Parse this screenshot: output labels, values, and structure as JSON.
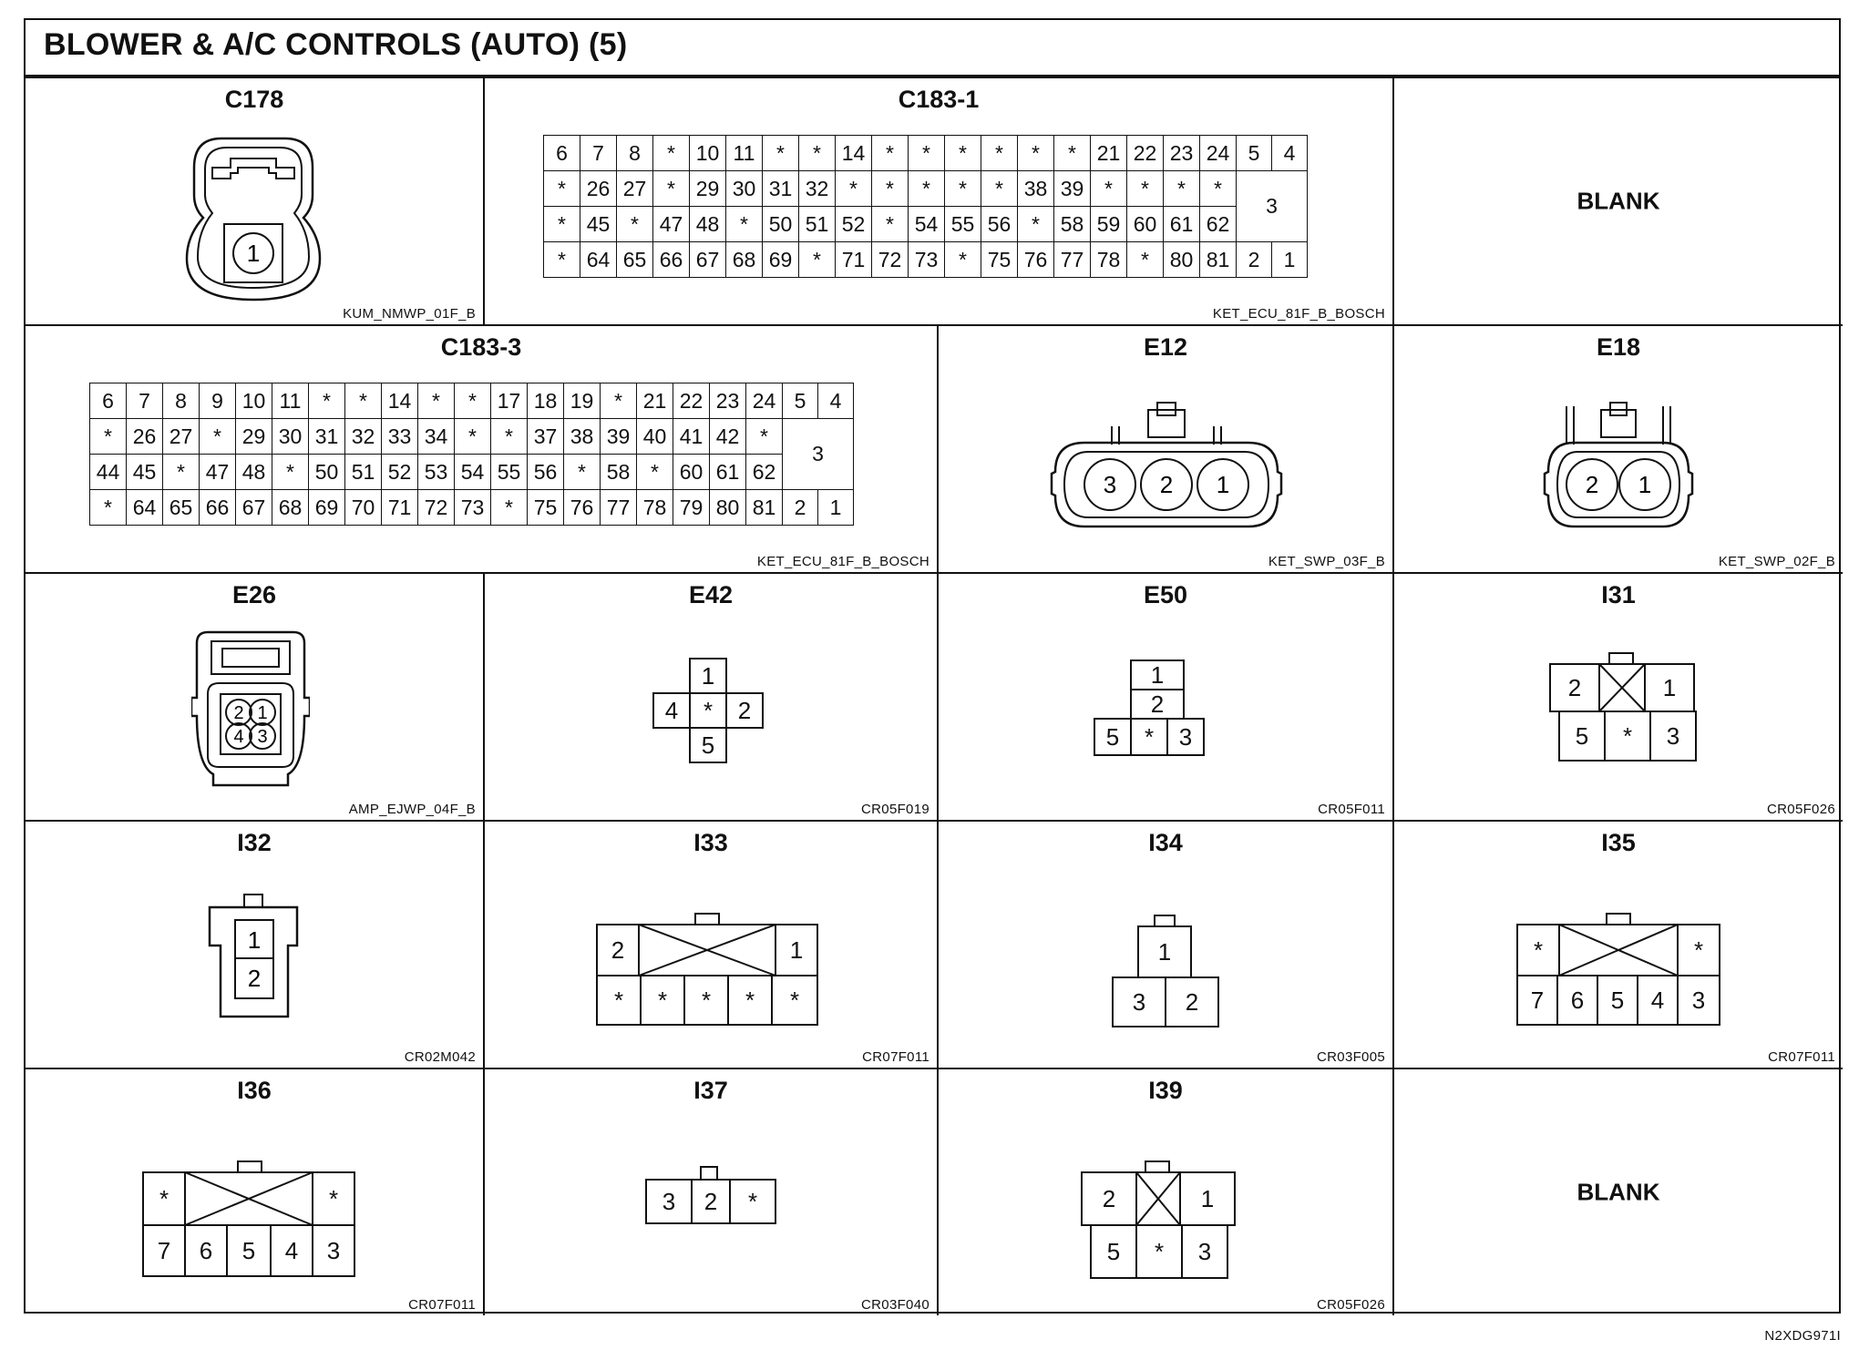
{
  "title": "BLOWER & A/C CONTROLS (AUTO) (5)",
  "footer_code": "N2XDG971I",
  "blank_label": "BLANK",
  "cells": {
    "c178": {
      "name": "C178",
      "code": "KUM_NMWP_01F_B",
      "pins": [
        "1"
      ]
    },
    "c183_1": {
      "name": "C183-1",
      "code": "KET_ECU_81F_B_BOSCH"
    },
    "blank_top": {
      "label": "BLANK"
    },
    "c183_3": {
      "name": "C183-3",
      "code": "KET_ECU_81F_B_BOSCH"
    },
    "e12": {
      "name": "E12",
      "code": "KET_SWP_03F_B",
      "pins": [
        "3",
        "2",
        "1"
      ]
    },
    "e18": {
      "name": "E18",
      "code": "KET_SWP_02F_B",
      "pins": [
        "2",
        "1"
      ]
    },
    "e26": {
      "name": "E26",
      "code": "AMP_EJWP_04F_B",
      "pins": [
        "2",
        "1",
        "4",
        "3"
      ]
    },
    "e42": {
      "name": "E42",
      "code": "CR05F019",
      "pins": [
        "1",
        "4",
        "*",
        "2",
        "5"
      ]
    },
    "e50": {
      "name": "E50",
      "code": "CR05F011",
      "pins": [
        "1",
        "2",
        "5",
        "*",
        "3"
      ]
    },
    "i31": {
      "name": "I31",
      "code": "CR05F026",
      "pins": [
        "2",
        "1",
        "5",
        "*",
        "3"
      ]
    },
    "i32": {
      "name": "I32",
      "code": "CR02M042",
      "pins": [
        "1",
        "2"
      ]
    },
    "i33": {
      "name": "I33",
      "code": "CR07F011",
      "pins": [
        "2",
        "1",
        "*",
        "*",
        "*",
        "*",
        "*"
      ]
    },
    "i34": {
      "name": "I34",
      "code": "CR03F005",
      "pins": [
        "1",
        "3",
        "2"
      ]
    },
    "i35": {
      "name": "I35",
      "code": "CR07F011",
      "pins": [
        "*",
        "*",
        "7",
        "6",
        "5",
        "4",
        "3"
      ]
    },
    "i36": {
      "name": "I36",
      "code": "CR07F011",
      "pins": [
        "*",
        "*",
        "7",
        "6",
        "5",
        "4",
        "3"
      ]
    },
    "i37": {
      "name": "I37",
      "code": "CR03F040",
      "pins": [
        "3",
        "2",
        "*"
      ]
    },
    "i39": {
      "name": "I39",
      "code": "CR05F026",
      "pins": [
        "2",
        "1",
        "5",
        "*",
        "3"
      ]
    },
    "blank_bottom": {
      "label": "BLANK"
    }
  },
  "c183_1_grid": {
    "main": [
      [
        "6",
        "7",
        "8",
        "*",
        "10",
        "11",
        "*",
        "*",
        "14",
        "*",
        "*",
        "*",
        "*",
        "*",
        "*",
        "21",
        "22",
        "23",
        "24"
      ],
      [
        "*",
        "26",
        "27",
        "*",
        "29",
        "30",
        "31",
        "32",
        "*",
        "*",
        "*",
        "*",
        "*",
        "38",
        "39",
        "*",
        "*",
        "*",
        "*"
      ],
      [
        "*",
        "45",
        "*",
        "47",
        "48",
        "*",
        "50",
        "51",
        "52",
        "*",
        "54",
        "55",
        "56",
        "*",
        "58",
        "59",
        "60",
        "61",
        "62"
      ],
      [
        "*",
        "64",
        "65",
        "66",
        "67",
        "68",
        "69",
        "*",
        "71",
        "72",
        "73",
        "*",
        "75",
        "76",
        "77",
        "78",
        "*",
        "80",
        "81"
      ]
    ],
    "side": {
      "top": [
        "5",
        "4"
      ],
      "middle": "3",
      "bottom": [
        "2",
        "1"
      ]
    }
  },
  "c183_3_grid": {
    "main": [
      [
        "6",
        "7",
        "8",
        "9",
        "10",
        "11",
        "*",
        "*",
        "14",
        "*",
        "*",
        "17",
        "18",
        "19",
        "*",
        "21",
        "22",
        "23",
        "24"
      ],
      [
        "*",
        "26",
        "27",
        "*",
        "29",
        "30",
        "31",
        "32",
        "33",
        "34",
        "*",
        "*",
        "37",
        "38",
        "39",
        "40",
        "41",
        "42",
        "*"
      ],
      [
        "44",
        "45",
        "*",
        "47",
        "48",
        "*",
        "50",
        "51",
        "52",
        "53",
        "54",
        "55",
        "56",
        "*",
        "58",
        "*",
        "60",
        "61",
        "62"
      ],
      [
        "*",
        "64",
        "65",
        "66",
        "67",
        "68",
        "69",
        "70",
        "71",
        "72",
        "73",
        "*",
        "75",
        "76",
        "77",
        "78",
        "79",
        "80",
        "81"
      ]
    ],
    "side": {
      "top": [
        "5",
        "4"
      ],
      "middle": "3",
      "bottom": [
        "2",
        "1"
      ]
    }
  }
}
